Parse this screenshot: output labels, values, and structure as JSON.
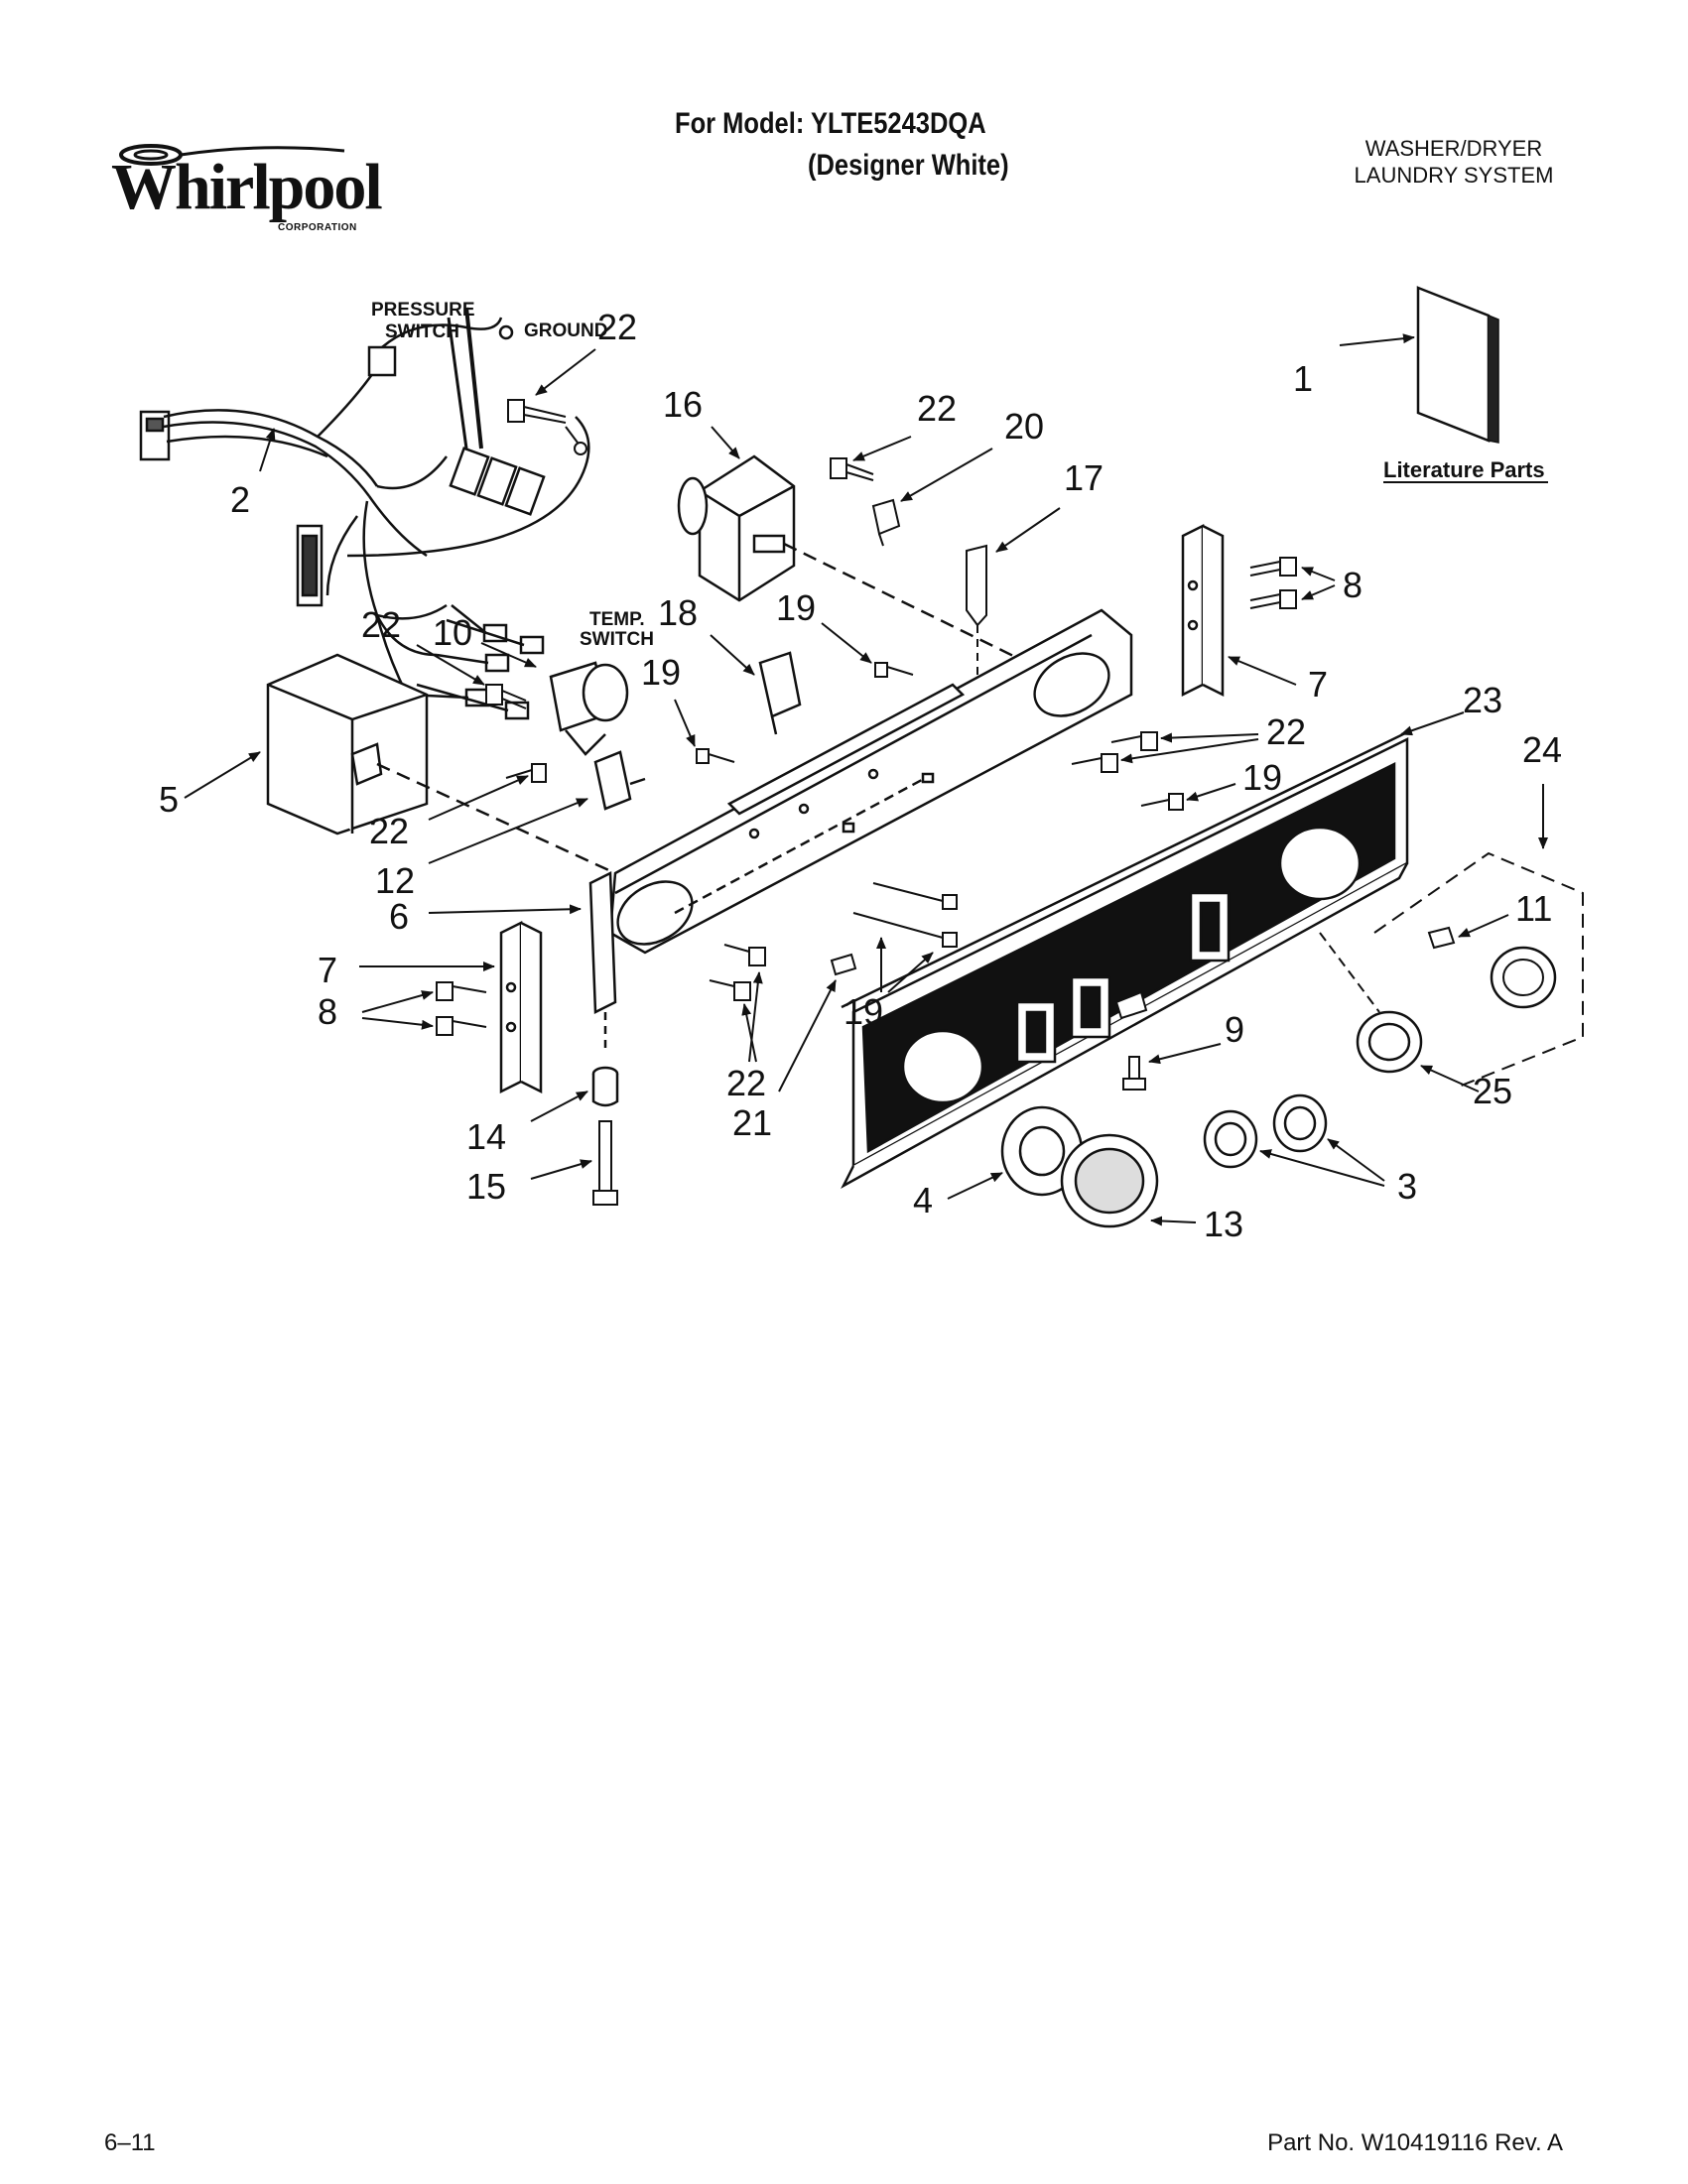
{
  "brand": {
    "name": "Whirlpool",
    "corporation": "CORPORATION"
  },
  "header": {
    "model_line": "For Model: YLTE5243DQA",
    "color_line": "(Designer White)",
    "system_line1": "WASHER/DRYER",
    "system_line2": "LAUNDRY SYSTEM"
  },
  "diagram": {
    "annotations": {
      "pressure_switch_1": "PRESSURE",
      "pressure_switch_2": "SWITCH",
      "ground": "GROUND",
      "temp_switch_1": "TEMP.",
      "temp_switch_2": "SWITCH",
      "literature_parts": "Literature Parts"
    },
    "callouts": {
      "c1": "1",
      "c2": "2",
      "c3": "3",
      "c4": "4",
      "c5": "5",
      "c6": "6",
      "c7a": "7",
      "c7b": "7",
      "c8a": "8",
      "c8b": "8",
      "c9": "9",
      "c10": "10",
      "c11": "11",
      "c12": "12",
      "c13": "13",
      "c14": "14",
      "c15": "15",
      "c16": "16",
      "c17": "17",
      "c18": "18",
      "c19a": "19",
      "c19b": "19",
      "c19c": "19",
      "c19d": "19",
      "c20": "20",
      "c21": "21",
      "c22a": "22",
      "c22b": "22",
      "c22c": "22",
      "c22d": "22",
      "c22e": "22",
      "c22f": "22",
      "c23": "23",
      "c24": "24",
      "c25": "25"
    }
  },
  "footer": {
    "page": "6–11",
    "part_number": "Part No. W10419116 Rev. A"
  }
}
